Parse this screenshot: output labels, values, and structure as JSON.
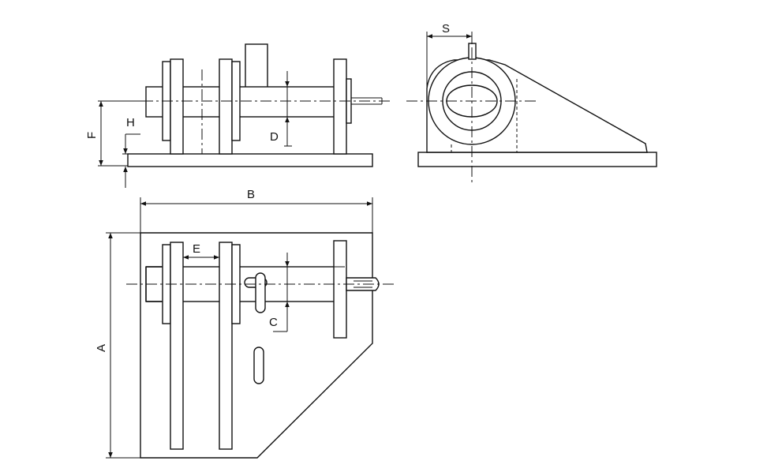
{
  "drawing": {
    "labels": {
      "a": "A",
      "b": "B",
      "c": "C",
      "d": "D",
      "e": "E",
      "f": "F",
      "h": "H",
      "s": "S"
    }
  }
}
